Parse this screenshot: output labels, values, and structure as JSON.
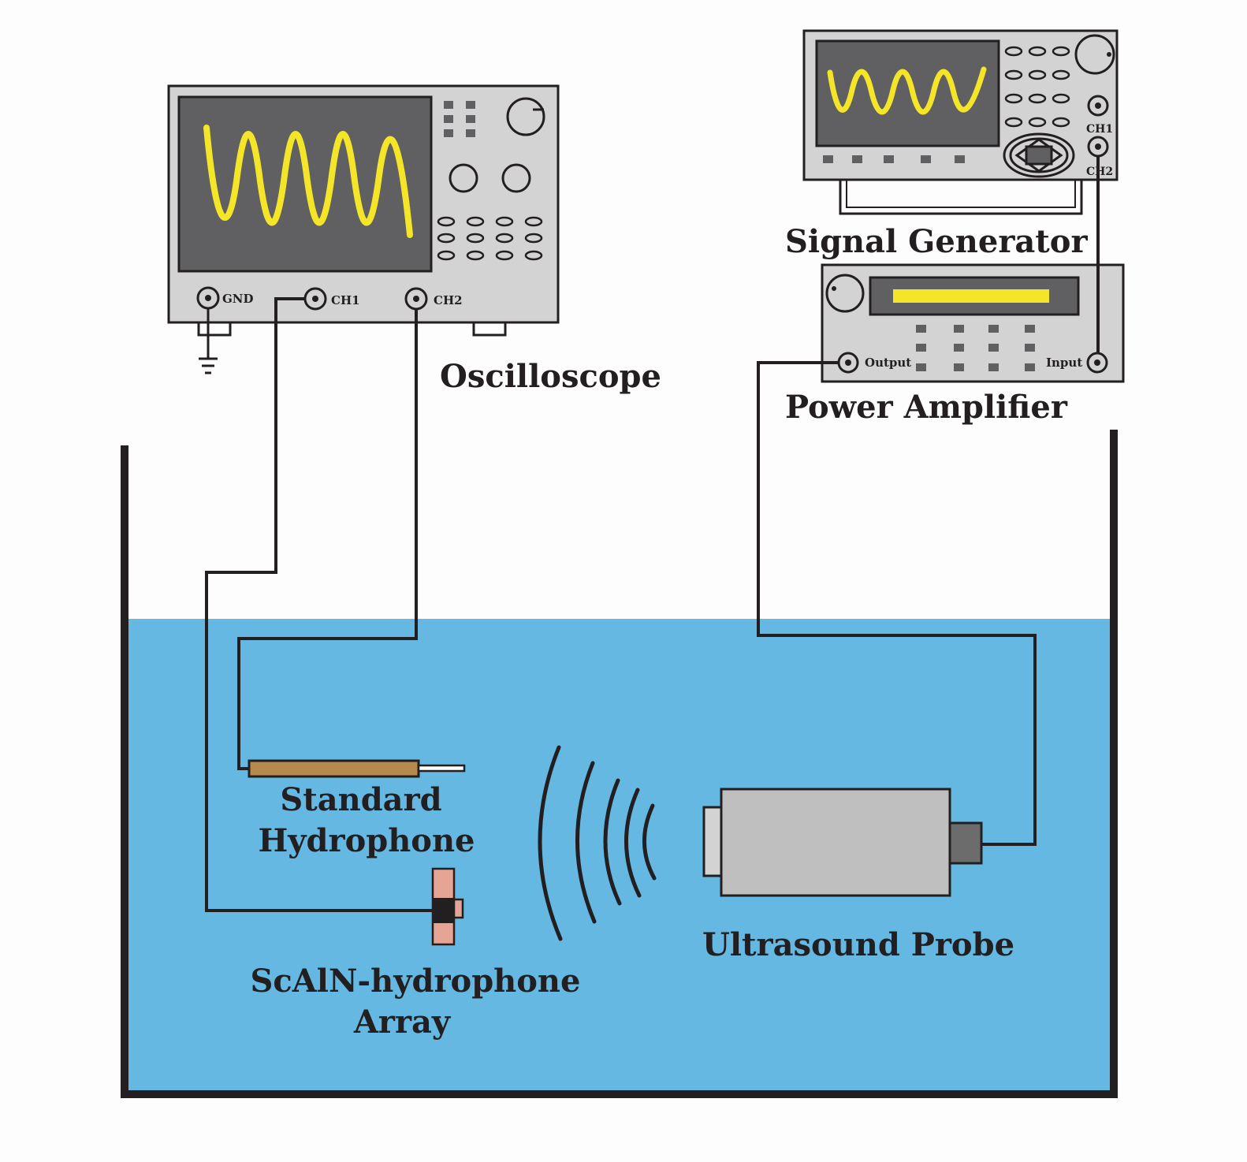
{
  "labels": {
    "oscilloscope": "Oscilloscope",
    "signal_generator": "Signal Generator",
    "power_amplifier": "Power Amplifier",
    "standard_hydrophone_line1": "Standard",
    "standard_hydrophone_line2": "Hydrophone",
    "scaln_line1": "ScAlN-hydrophone",
    "scaln_line2": "Array",
    "ultrasound_probe": "Ultrasound Probe"
  },
  "oscilloscope_ports": {
    "gnd": "GND",
    "ch1": "CH1",
    "ch2": "CH2"
  },
  "signal_generator_ports": {
    "ch1": "CH1",
    "ch2": "CH2"
  },
  "power_amplifier_ports": {
    "output": "Output",
    "input": "Input"
  },
  "colors": {
    "water": "#64b8e2",
    "device_body": "#d3d3d4",
    "screen": "#606062",
    "waveform": "#f4e529",
    "hydrophone_rod": "#b68a4c",
    "scaln_element": "#e6a494",
    "probe_body": "#bfbfbf",
    "probe_connector": "#6c6c6c",
    "wire": "#231f20"
  }
}
